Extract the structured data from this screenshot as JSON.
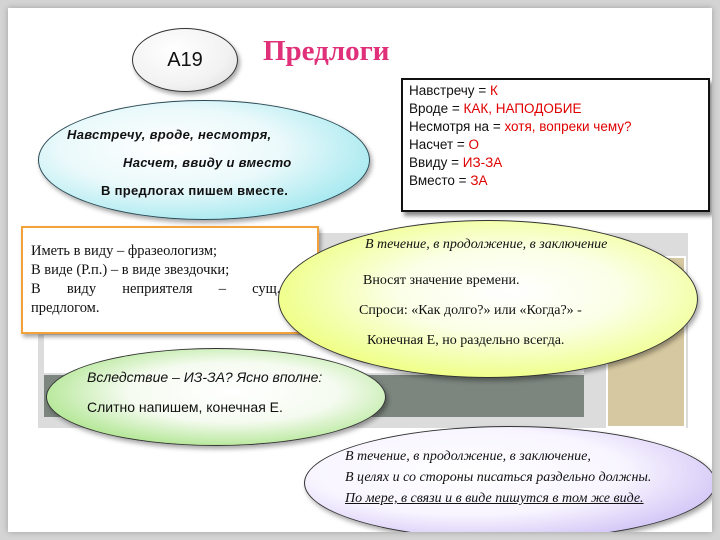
{
  "slide": {
    "badge": "А19",
    "title": "Предлоги"
  },
  "cyan_ellipse": {
    "line1": "Навстречу, вроде, несмотря,",
    "line2": "Насчет, ввиду и вместо",
    "line3": "В предлогах пишем вместе."
  },
  "rules_box": {
    "items": [
      {
        "left": "Навстречу = ",
        "right": "К"
      },
      {
        "left": "Вроде = ",
        "right": "КАК, НАПОДОБИЕ"
      },
      {
        "left": "Несмотря на  = ",
        "right": "хотя, вопреки чему?"
      },
      {
        "left": "Насчет = ",
        "right": "О"
      },
      {
        "left": "Ввиду = ",
        "right": "ИЗ-ЗА"
      },
      {
        "left": "Вместо = ",
        "right": "ЗА"
      }
    ]
  },
  "phrase_box": {
    "line1": "Иметь в виду – фразеологизм;",
    "line2": "В виде (Р.п.) – в виде звездочки;",
    "line3": "В   виду   неприятеля   –   сущ.   с",
    "line4": "предлогом."
  },
  "yellow_ellipse": {
    "line1": "В течение, в продолжение, в заключение",
    "line2": "Вносят значение времени.",
    "line3": "Спроси: «Как долго?» или «Когда?» -",
    "line4": "Конечная Е, но раздельно всегда."
  },
  "green_ellipse": {
    "line1": "Вследствие – ИЗ-ЗА? Ясно вполне:",
    "line2": "Слитно напишем, конечная Е."
  },
  "lavender_ellipse": {
    "line1": "В течение, в продолжение, в заключение,",
    "line2": "В целях и со стороны писаться раздельно должны.",
    "line3": "По мере, в связи и в виде пишутся в том же виде."
  },
  "colors": {
    "title": "#e0307a",
    "highlight": "#e00000",
    "cyan": "#7adfe8",
    "yellow": "#e6ff44",
    "green": "#82d852",
    "lavender": "#b8a3f0",
    "orange_border": "#f2a23a"
  }
}
